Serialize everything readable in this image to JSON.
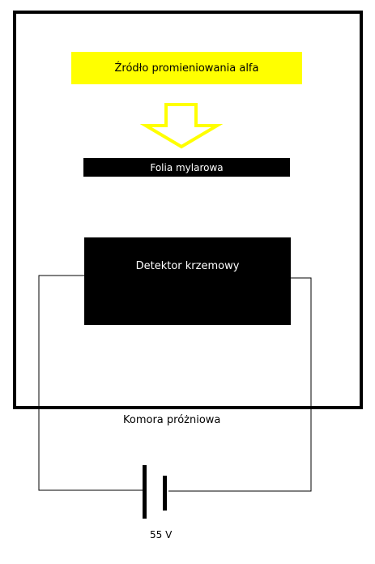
{
  "colors": {
    "source_fill": "#ffff00",
    "arrow_stroke": "#ffff00",
    "foil_fill": "#000000",
    "detector_fill": "#000000",
    "chamber_border": "#000000"
  },
  "labels": {
    "source": "Źródło promieniowania alfa",
    "foil": "Folia mylarowa",
    "detector": "Detektor krzemowy",
    "chamber": "Komora próżniowa",
    "voltage": "55 V"
  }
}
